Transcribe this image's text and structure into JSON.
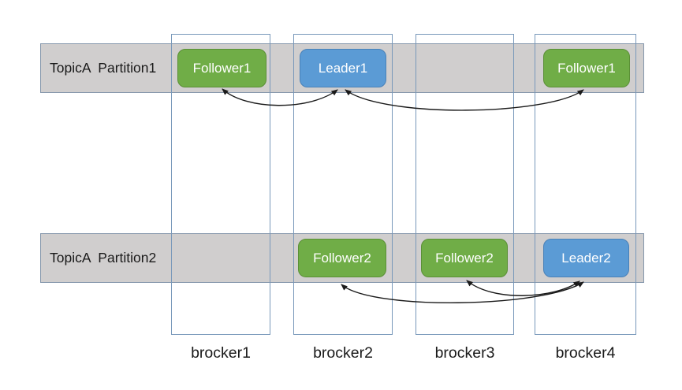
{
  "diagram": {
    "title": "",
    "bands": [
      {
        "label": "TopicA  Partition1"
      },
      {
        "label": "TopicA  Partition2"
      }
    ],
    "brokers": [
      {
        "label": "brocker1"
      },
      {
        "label": "brocker2"
      },
      {
        "label": "brocker3"
      },
      {
        "label": "brocker4"
      }
    ],
    "nodes": [
      {
        "label": "Follower1",
        "role": "follower",
        "broker": "brocker1",
        "partition": "TopicA Partition1"
      },
      {
        "label": "Leader1",
        "role": "leader",
        "broker": "brocker2",
        "partition": "TopicA Partition1"
      },
      {
        "label": "Follower1",
        "role": "follower",
        "broker": "brocker4",
        "partition": "TopicA Partition1"
      },
      {
        "label": "Follower2",
        "role": "follower",
        "broker": "brocker2",
        "partition": "TopicA Partition2"
      },
      {
        "label": "Follower2",
        "role": "follower",
        "broker": "brocker3",
        "partition": "TopicA Partition2"
      },
      {
        "label": "Leader2",
        "role": "leader",
        "broker": "brocker4",
        "partition": "TopicA Partition2"
      }
    ],
    "arrows": [
      {
        "between": [
          "Follower1@brocker1",
          "Leader1@brocker2"
        ],
        "double_headed": true
      },
      {
        "between": [
          "Leader1@brocker2",
          "Follower1@brocker4"
        ],
        "double_headed": true
      },
      {
        "between": [
          "Follower2@brocker2",
          "Leader2@brocker4"
        ],
        "double_headed": true
      },
      {
        "between": [
          "Follower2@brocker3",
          "Leader2@brocker4"
        ],
        "double_headed": true
      }
    ],
    "colors": {
      "canvas_bg": "#ffffff",
      "band_fill": "#d0cece",
      "band_border": "#8496ab",
      "broker_border": "#7898ba",
      "follower_fill": "#70ad47",
      "follower_border": "#5a8f36",
      "leader_fill": "#5b9bd5",
      "leader_border": "#4981b8",
      "node_text": "#ffffff",
      "label_text": "#1a1a1a",
      "arrow": "#1a1a1a"
    }
  }
}
